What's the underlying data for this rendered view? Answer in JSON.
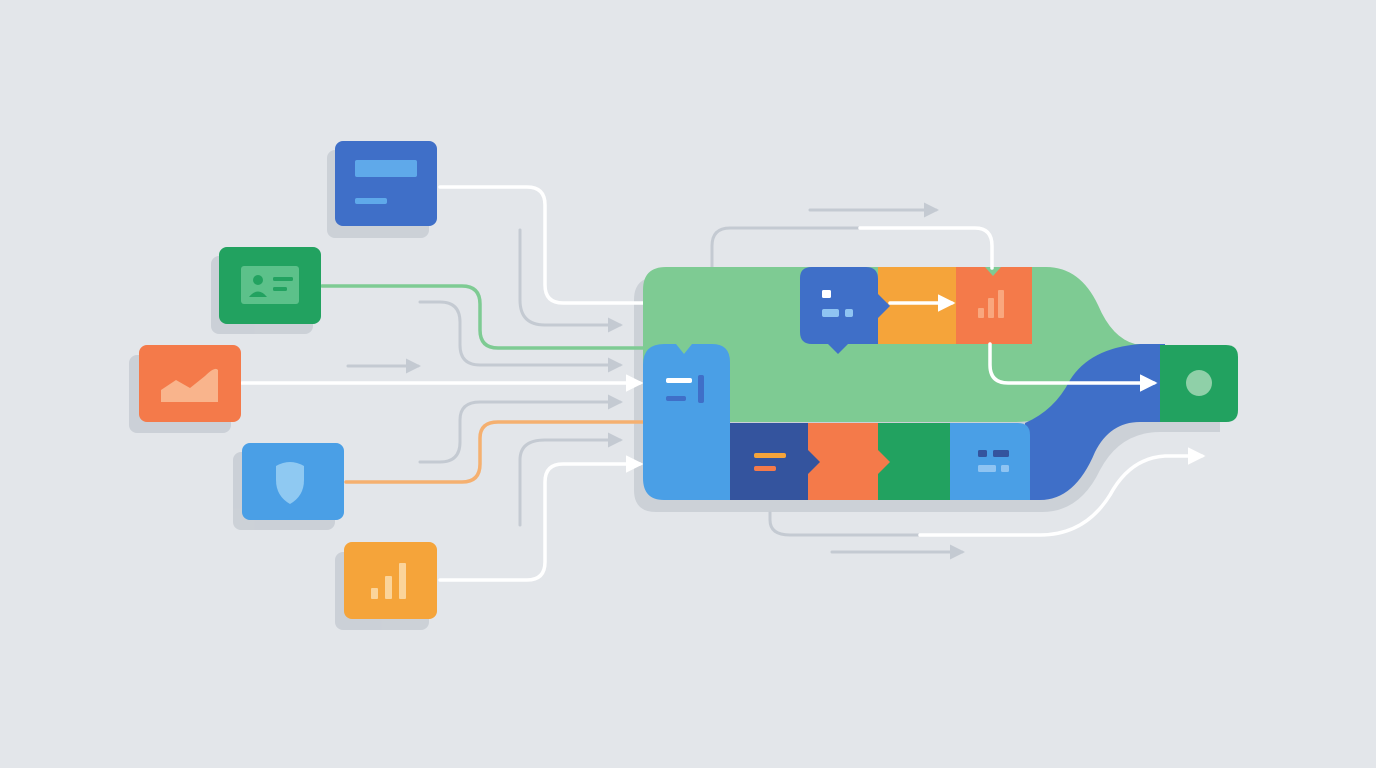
{
  "diagram": {
    "type": "data-pipeline-flow",
    "colors": {
      "background": "#e3e6ea",
      "blue_dark": "#3f6fc8",
      "blue": "#4a9fe6",
      "navy": "#34549e",
      "green": "#22a260",
      "green_light": "#7ecb93",
      "orange": "#f47a4a",
      "amber": "#f5a43a",
      "connector": "#ffffff",
      "connector_muted": "#c4cad2",
      "shadow": "#c9ced5"
    },
    "sources": [
      {
        "id": "document-card",
        "icon": "document-icon",
        "color": "#3f6fc8"
      },
      {
        "id": "identity-card",
        "icon": "id-card-icon",
        "color": "#22a260"
      },
      {
        "id": "analytics-card",
        "icon": "area-chart-icon",
        "color": "#f47a4a"
      },
      {
        "id": "security-card",
        "icon": "shield-icon",
        "color": "#4a9fe6"
      },
      {
        "id": "metrics-card",
        "icon": "bar-chart-icon",
        "color": "#f5a43a"
      }
    ],
    "pipeline_stages": [
      {
        "id": "intake",
        "icon": "list-icon",
        "color": "#4a9fe6"
      },
      {
        "id": "classify",
        "icon": "nodes-icon",
        "color": "#3f6fc8"
      },
      {
        "id": "transform",
        "color": "#f5a43a"
      },
      {
        "id": "measure",
        "icon": "bar-chart-icon",
        "color": "#f47a4a"
      },
      {
        "id": "parse",
        "icon": "list-icon",
        "color": "#34549e"
      },
      {
        "id": "enrich",
        "color": "#f47a4a"
      },
      {
        "id": "validate",
        "color": "#22a260"
      },
      {
        "id": "aggregate",
        "icon": "grid-icon",
        "color": "#4a9fe6"
      }
    ],
    "output": {
      "id": "output-node",
      "icon": "circle-icon",
      "color": "#22a260"
    }
  }
}
